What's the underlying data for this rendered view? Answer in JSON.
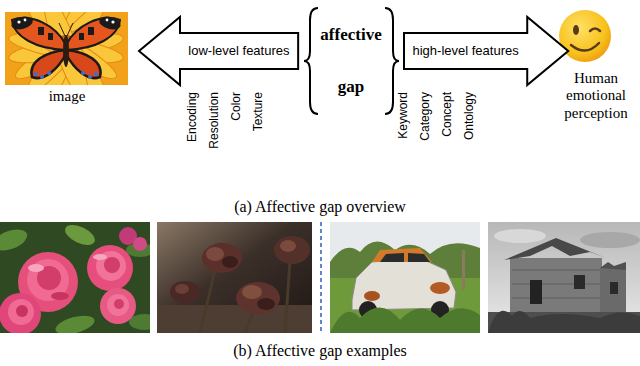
{
  "diagram": {
    "nodes": [
      {
        "text": [
          "low-level features"
        ]
      },
      {
        "text": [
          "affective gap"
        ]
      },
      {
        "text": [
          "high-level features"
        ]
      }
    ],
    "labels": [
      "image",
      "Encoding",
      "Resolution",
      "Color",
      "Texture",
      "Keyword",
      "Category",
      "Concept",
      "Ontology",
      "Human emotional perception",
      "(a) Affective gap overview",
      "(b) Affective gap examples"
    ]
  }
}
